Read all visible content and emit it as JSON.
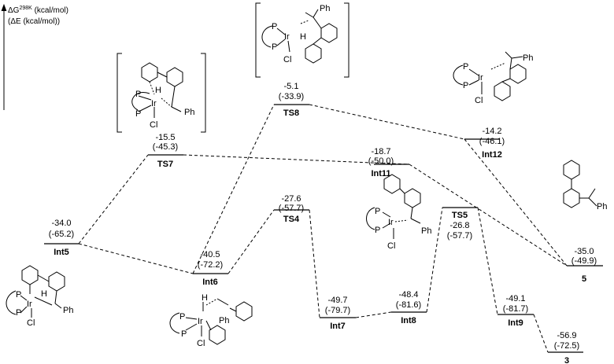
{
  "axis": {
    "label_top": "ΔG298K (kcal/mol)",
    "label_sup": "298K",
    "label_main": "ΔG",
    "label_unit": " (kcal/mol)",
    "label_bottom": "(ΔE (kcal/mol))"
  },
  "levels": [
    {
      "id": "Int5",
      "name": "Int5",
      "dg": "-34.0",
      "de": "(-65.2)"
    },
    {
      "id": "TS7",
      "name": "TS7",
      "dg": "-15.5",
      "de": "(-45.3)"
    },
    {
      "id": "Int6",
      "name": "Int6",
      "dg": "-40.5",
      "de": "(-72.2)"
    },
    {
      "id": "TS8",
      "name": "TS8",
      "dg": "-5.1",
      "de": "(-33.9)"
    },
    {
      "id": "TS4",
      "name": "TS4",
      "dg": "-27.6",
      "de": "(-57.7)"
    },
    {
      "id": "Int7",
      "name": "Int7",
      "dg": "-49.7",
      "de": "(-79.7)"
    },
    {
      "id": "Int8",
      "name": "Int8",
      "dg": "-48.4",
      "de": "(-81.6)"
    },
    {
      "id": "Int11",
      "name": "Int11",
      "dg": "-18.7",
      "de": "(-50.0)"
    },
    {
      "id": "TS5",
      "name": "TS5",
      "dg": "-26.8",
      "de": "(-57.7)"
    },
    {
      "id": "Int12",
      "name": "Int12",
      "dg": "-14.2",
      "de": "(-46.1)"
    },
    {
      "id": "Int9",
      "name": "Int9",
      "dg": "-49.1",
      "de": "(-81.7)"
    },
    {
      "id": "P5",
      "name": "5",
      "dg": "-35.0",
      "de": "(-49.9)"
    },
    {
      "id": "P3",
      "name": "3",
      "dg": "-56.9",
      "de": "(-72.5)"
    }
  ],
  "atoms": {
    "P": "P",
    "Ir": "Ir",
    "Cl": "Cl",
    "H": "H",
    "Ph": "Ph"
  }
}
